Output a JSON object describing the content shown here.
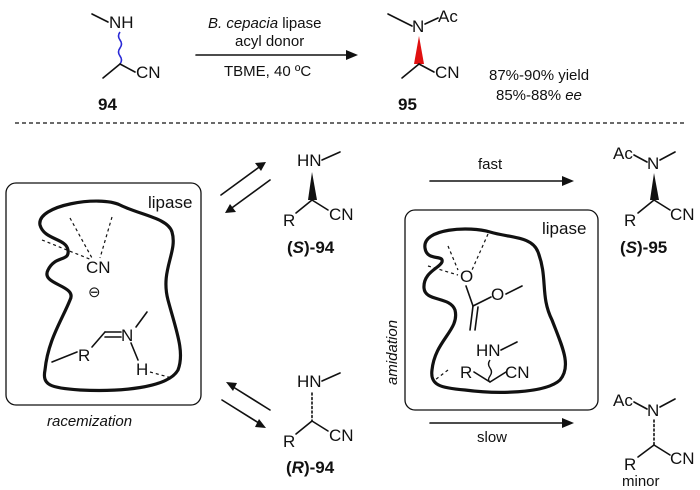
{
  "reaction": {
    "reactant_label": "94",
    "product_label": "95",
    "catalyst_species": "B. cepacia",
    "catalyst_word": " lipase",
    "acyl_donor": "acyl donor",
    "conditions": "TBME, 40 ºC",
    "yield": "87%-90% yield",
    "ee_value": "85%-88% ",
    "ee_unit": "ee"
  },
  "atoms": {
    "nh": "NH",
    "hn": "HN",
    "n": "N",
    "cn": "CN",
    "ac": "Ac",
    "r": "R",
    "h": "H",
    "o": "O",
    "minus": "⊖"
  },
  "mechanism": {
    "s94_stereo": "S",
    "s94_suffix": ")-94",
    "r94_stereo": "R",
    "r94_suffix": ")-94",
    "s95_stereo": "S",
    "s95_suffix": ")-95",
    "paren_open": "(",
    "fast": "fast",
    "slow": "slow",
    "minor": "minor",
    "lipase_left": "lipase",
    "lipase_right": "lipase",
    "racemization": "racemization",
    "amidation": "amidation"
  },
  "colors": {
    "wavy_bond": "#2a2ad6",
    "wedge_bond": "#e01010"
  }
}
